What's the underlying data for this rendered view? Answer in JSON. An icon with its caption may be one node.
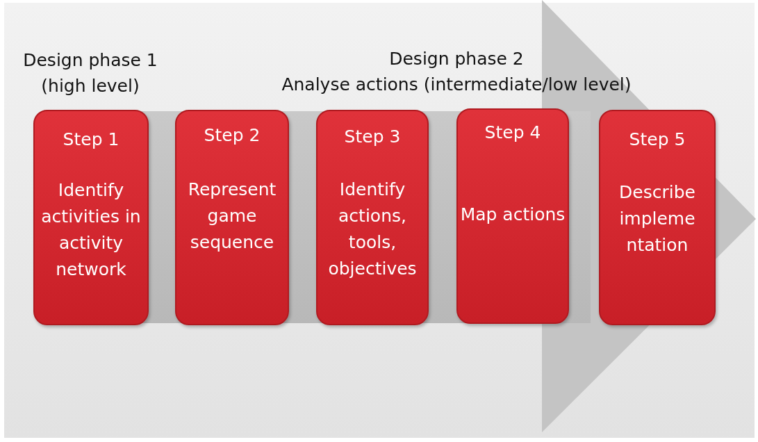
{
  "diagram": {
    "nodes": [
      {
        "text": [
          "Step 1",
          "Identify activities in activity network"
        ]
      },
      {
        "text": [
          "Step 2",
          "Represent game sequence"
        ]
      },
      {
        "text": [
          "Step 3",
          "Identify actions, tools, objectives"
        ]
      },
      {
        "text": [
          "Step 4",
          "Map actions"
        ]
      },
      {
        "text": [
          "Step 5",
          "Describe impleme ntation"
        ]
      }
    ],
    "edges": [],
    "labels": [
      "Design phase 1 (high level)",
      "Design phase 2",
      "Analyse actions (intermediate/low level)"
    ]
  }
}
